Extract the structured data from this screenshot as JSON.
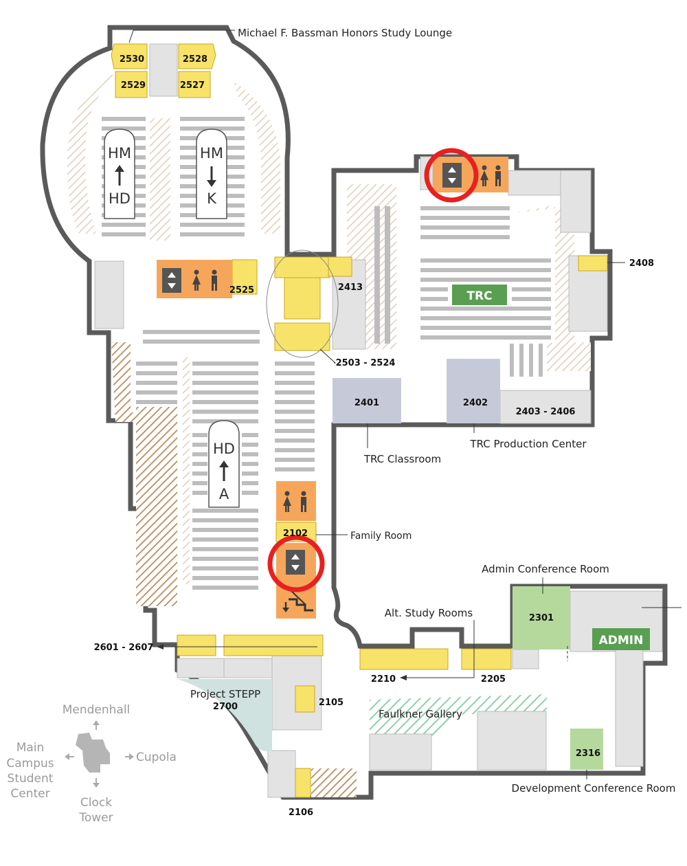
{
  "colors": {
    "wall": "#5a5a5a",
    "room_gray": "#e3e3e3",
    "study_yellow": "#f8e36a",
    "service_orange": "#f5a65b",
    "conference_green": "#b5d99c",
    "badge_green": "#5a9e52",
    "classroom_blue": "#c6cad8",
    "stepp_teal": "#cfe2e0",
    "stacks": "#bdbdbd",
    "hatch": "#e4d6c4",
    "hatch_brown": "#b98a5a",
    "gallery_hatch": "#8fcfae",
    "highlight_red": "#e82020"
  },
  "icons": [
    "elevator-icon",
    "restroom-icon",
    "stairs-icon",
    "compass-arrow-icon"
  ],
  "areas": {
    "trc": "TRC",
    "admin": "ADMIN"
  },
  "rooms": {
    "r2530": "2530",
    "r2528": "2528",
    "r2529": "2529",
    "r2527": "2527",
    "r2525": "2525",
    "r2413": "2413",
    "r2408": "2408",
    "r2503": "2503 - 2524",
    "r2401": "2401",
    "r2402": "2402",
    "r2403": "2403 - 2406",
    "r2102": "2102",
    "r2601": "2601 - 2607",
    "r2301": "2301",
    "r2210": "2210",
    "r2205": "2205",
    "r2105": "2105",
    "r2700": "2700",
    "r2316": "2316",
    "r2106": "2106"
  },
  "callouts": {
    "honors": "Michael F. Bassman Honors Study Lounge",
    "trc_classroom": "TRC Classroom",
    "trc_production": "TRC Production Center",
    "family_room": "Family Room",
    "admin_conf": "Admin Conference Room",
    "alt_study": "Alt. Study Rooms",
    "project_stepp": "Project STEPP",
    "faulkner": "Faulkner Gallery",
    "dev_conf": "Development Conference Room"
  },
  "call_numbers": {
    "upper_left": [
      "HM",
      "HD"
    ],
    "upper_right": [
      "HM",
      "K"
    ],
    "lower": [
      "HD",
      "A"
    ]
  },
  "compass": {
    "north": "Mendenhall",
    "east": "Cupola",
    "west": [
      "Main",
      "Campus",
      "Student",
      "Center"
    ],
    "south": [
      "Clock",
      "Tower"
    ]
  }
}
